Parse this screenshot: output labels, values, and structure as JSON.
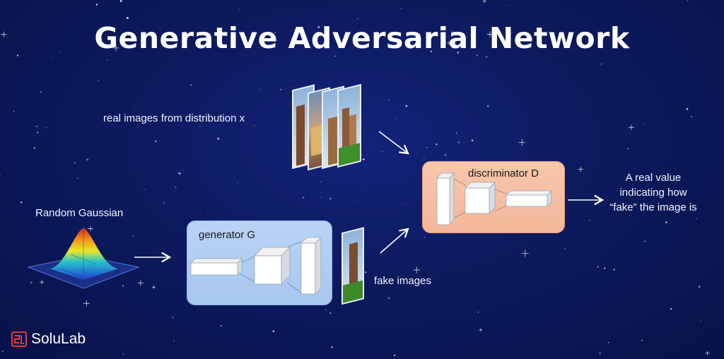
{
  "title": "Generative Adversarial Network",
  "labels": {
    "real_images": "real images from distribution x",
    "random_gaussian": "Random Gaussian",
    "fake_images": "fake images",
    "output": "A real value indicating how “fake” the image is"
  },
  "generator": {
    "label": "generator G"
  },
  "discriminator": {
    "label": "discriminator D"
  },
  "brand": {
    "name": "SoluLab"
  },
  "colors": {
    "background": "#0c1a5e",
    "generator_box": "#b3cef3",
    "discriminator_box": "#f5bf9f",
    "logo_accent": "#e53935"
  }
}
